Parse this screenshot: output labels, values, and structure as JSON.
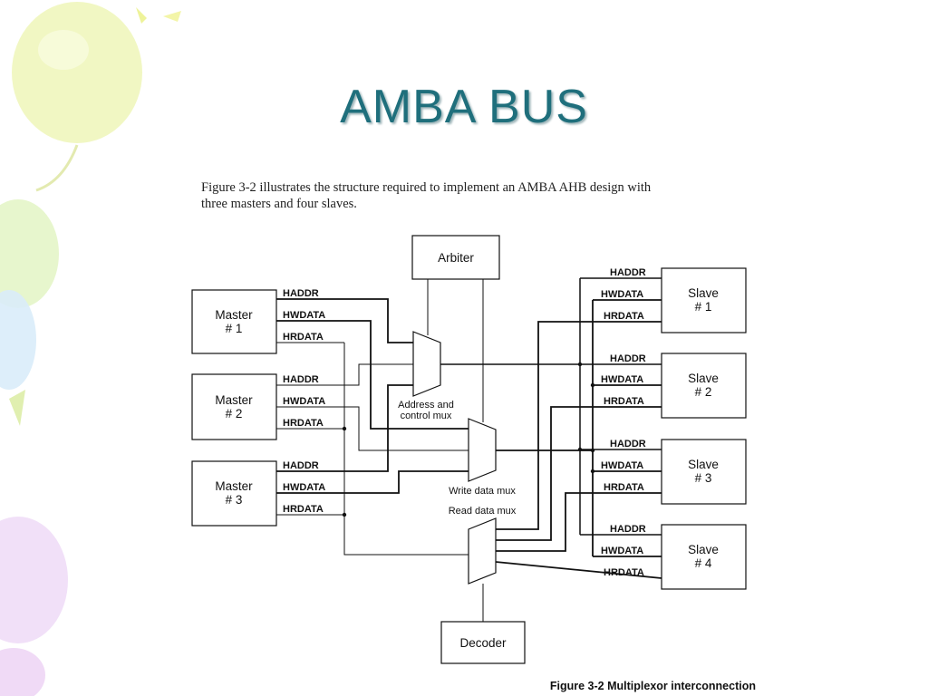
{
  "slide": {
    "title": "AMBA BUS",
    "intro_line1": "Figure 3-2 illustrates the structure required to implement an AMBA AHB design with",
    "intro_line2": "three masters and four slaves."
  },
  "diagram": {
    "arbiter": "Arbiter",
    "decoder": "Decoder",
    "masters": [
      {
        "line1": "Master",
        "line2": "# 1"
      },
      {
        "line1": "Master",
        "line2": "# 2"
      },
      {
        "line1": "Master",
        "line2": "# 3"
      }
    ],
    "slaves": [
      {
        "line1": "Slave",
        "line2": "# 1"
      },
      {
        "line1": "Slave",
        "line2": "# 2"
      },
      {
        "line1": "Slave",
        "line2": "# 3"
      },
      {
        "line1": "Slave",
        "line2": "# 4"
      }
    ],
    "signals": {
      "haddr": "HADDR",
      "hwdata": "HWDATA",
      "hrdata": "HRDATA"
    },
    "address_mux_line1": "Address and",
    "address_mux_line2": "control mux",
    "write_mux": "Write data mux",
    "read_mux": "Read data mux",
    "caption": "Figure 3-2 Multiplexor interconnection"
  }
}
